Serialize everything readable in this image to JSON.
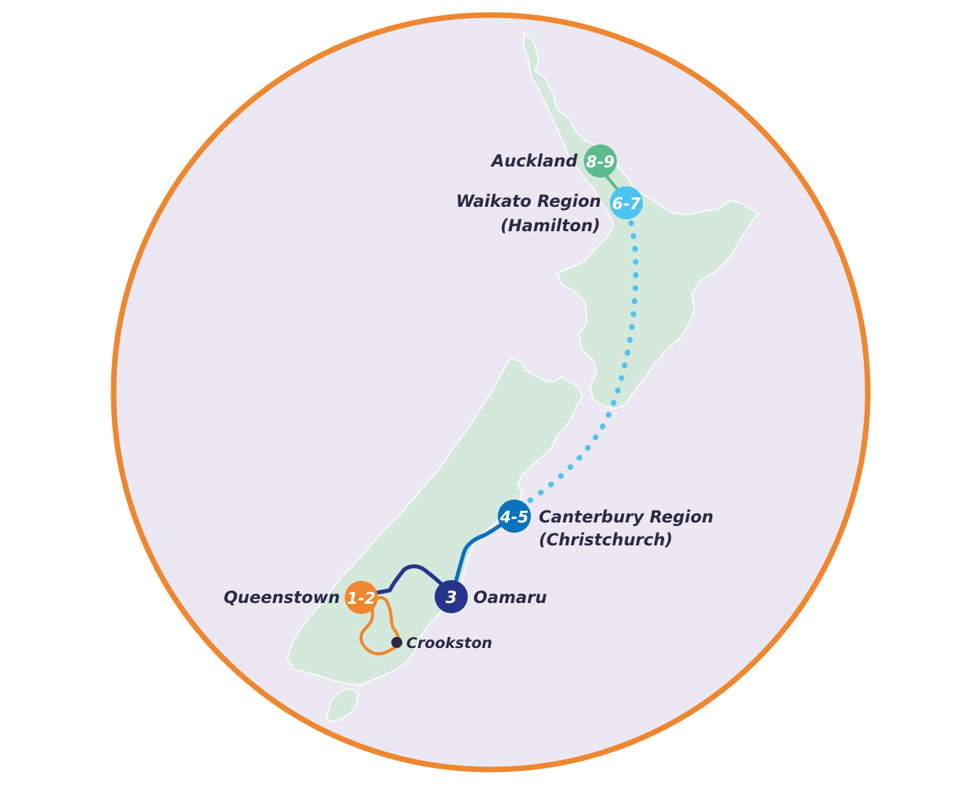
{
  "colors": {
    "frame": "#ee8730",
    "background": "#ece8f3",
    "land": "#d4e9dc",
    "land_outline": "#ffffff",
    "label_text": "#2c2845",
    "stop_text": "#ffffff",
    "crookston_dot": "#2c2845"
  },
  "stops": [
    {
      "id": "queenstown",
      "badge": "1-2",
      "color": "#ee8730"
    },
    {
      "id": "oamaru",
      "badge": "3",
      "color": "#27348b"
    },
    {
      "id": "canterbury",
      "badge": "4-5",
      "color": "#0a72bb"
    },
    {
      "id": "waikato",
      "badge": "6-7",
      "color": "#4fc3ef"
    },
    {
      "id": "auckland",
      "badge": "8-9",
      "color": "#5ebb8e"
    }
  ],
  "labels": {
    "auckland": "Auckland",
    "waikato_1": "Waikato Region",
    "waikato_2": "(Hamilton)",
    "canterbury_1": "Canterbury Region",
    "canterbury_2": "(Christchurch)",
    "oamaru": "Oamaru",
    "queenstown": "Queenstown",
    "crookston": "Crookston"
  },
  "routes": [
    {
      "id": "queenstown-loop-route",
      "style": "solid",
      "color": "#ee8730"
    },
    {
      "id": "queenstown-oamaru-route",
      "style": "solid",
      "color": "#27348b"
    },
    {
      "id": "oamaru-canterbury-route",
      "style": "solid",
      "color": "#0a72bb"
    },
    {
      "id": "canterbury-waikato-route",
      "style": "dotted",
      "color": "#4fc3ef"
    },
    {
      "id": "waikato-auckland-route",
      "style": "solid",
      "color": "#5ebb8e"
    }
  ]
}
